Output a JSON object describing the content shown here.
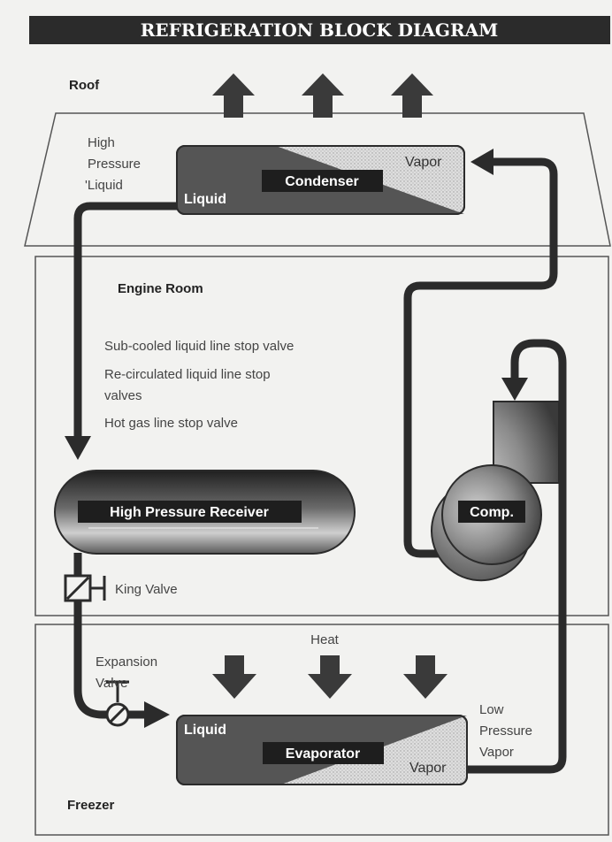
{
  "title": "REFRIGERATION BLOCK DIAGRAM",
  "zones": {
    "roof": "Roof",
    "engine_room": "Engine Room",
    "freezer": "Freezer"
  },
  "condenser": {
    "label": "Condenser",
    "liquid": "Liquid",
    "vapor": "Vapor"
  },
  "high_pressure_liquid": [
    "High",
    "Pressure",
    "'Liquid"
  ],
  "valves_list": [
    "Sub-cooled liquid line stop valve",
    "Re-circulated liquid line stop",
    "valves",
    "Hot gas line stop valve"
  ],
  "receiver": {
    "label": "High Pressure Receiver"
  },
  "compressor": {
    "label": "Comp."
  },
  "king_valve": "King Valve",
  "expansion_valve": [
    "Expansion",
    "Valve"
  ],
  "heat": "Heat",
  "evaporator": {
    "label": "Evaporator",
    "liquid": "Liquid",
    "vapor": "Vapor"
  },
  "low_pressure_vapor": [
    "Low",
    "Pressure",
    "Vapor"
  ],
  "colors": {
    "dark": "#2b2b2b",
    "fill": "#555555",
    "background": "#f2f2f0",
    "stipple": "#dcdcdc"
  }
}
